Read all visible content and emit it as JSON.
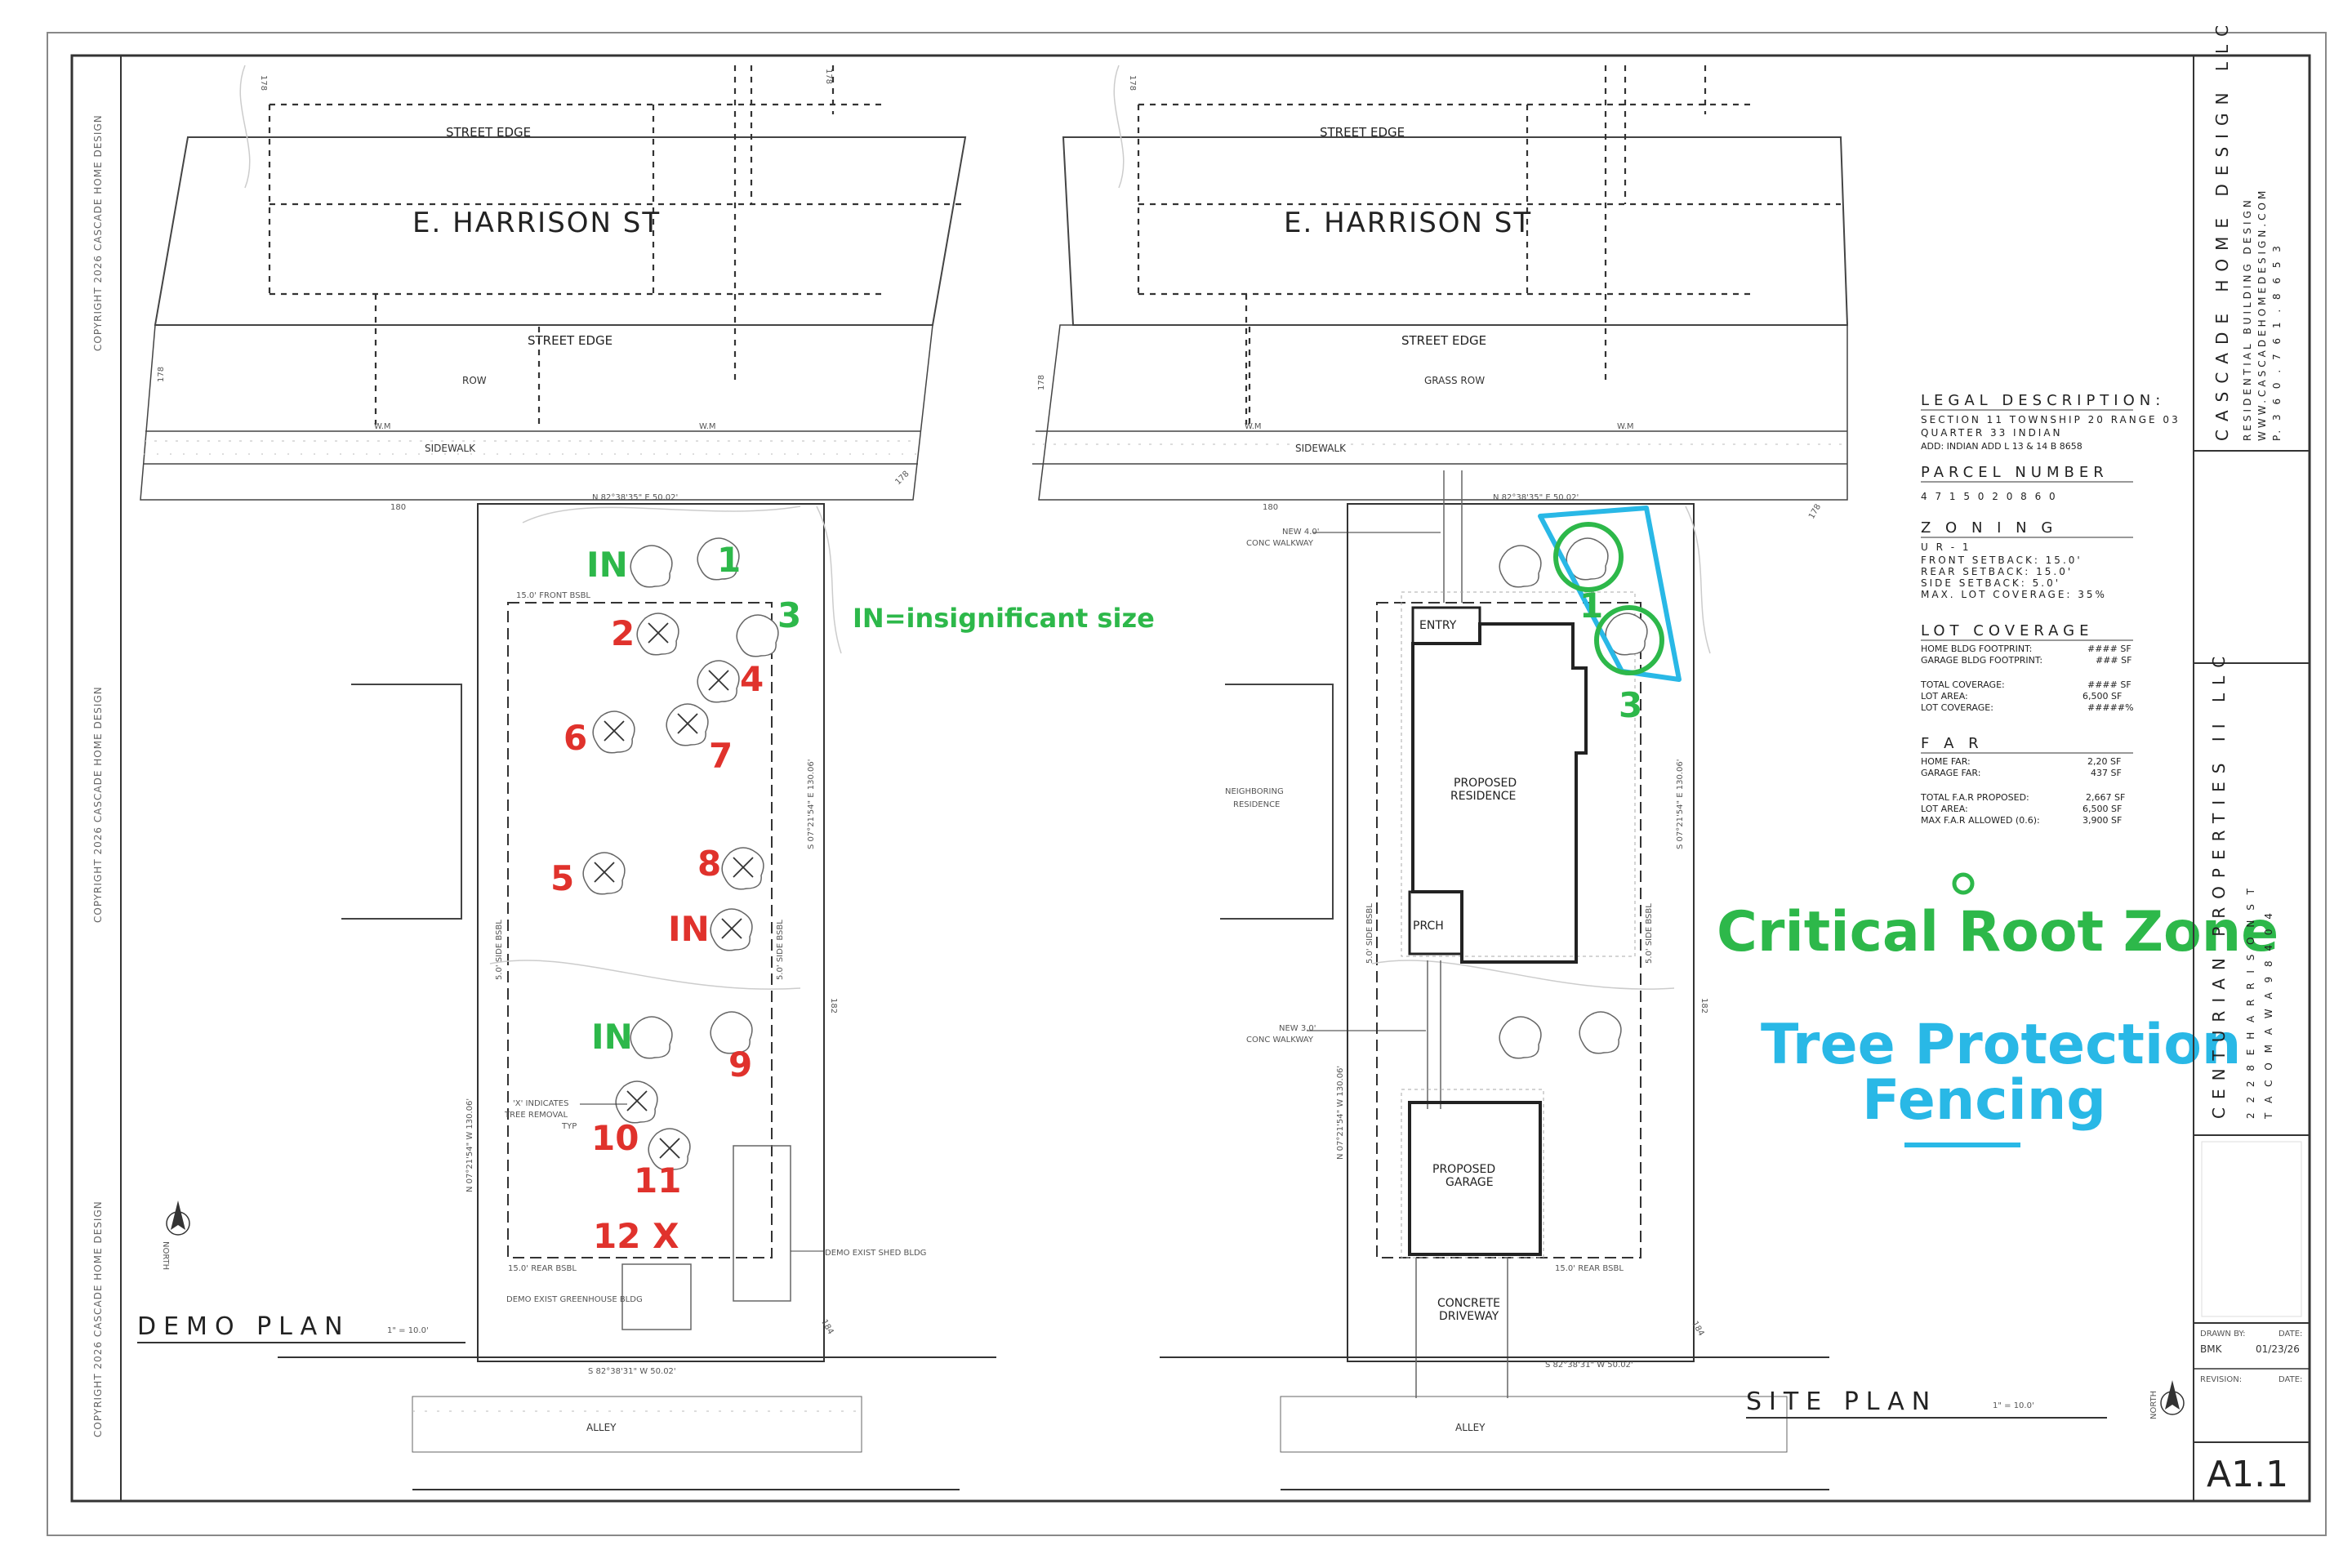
{
  "copyright": "COPYRIGHT 2026 CASCADE HOME DESIGN",
  "demo_plan": {
    "street_name": "E. HARRISON ST",
    "street_edge_top": "STREET EDGE",
    "street_edge_bottom": "STREET EDGE",
    "row_label": "ROW",
    "sidewalk_label": "SIDEWALK",
    "water_meter": "W.M",
    "north_bearing": "N 82°38'35\" E 50.02'",
    "south_bearing": "S 82°38'31\" W 50.02'",
    "east_bearing": "S 07°21'54\" E 130.06'",
    "west_bearing": "N 07°21'54\" W 130.06'",
    "front_bsbl": "15.0' FRONT BSBL",
    "rear_bsbl": "15.0' REAR BSBL",
    "side_bsbl_left": "5.0' SIDE BSBL",
    "side_bsbl_right": "5.0' SIDE BSBL",
    "elev_178": "178",
    "elev_180": "180",
    "elev_182": "182",
    "elev_184": "184",
    "tree_removal_note": "'X' INDICATES TREE REMOVAL TYP",
    "demo_shed": "DEMO EXIST SHED BLDG",
    "demo_greenhouse": "DEMO EXIST GREENHOUSE BLDG",
    "alley_label": "ALLEY",
    "north_label": "NORTH",
    "title": "DEMO PLAN",
    "scale": "1\" = 10.0'",
    "annotations": {
      "in_1": "IN",
      "t1": "1",
      "t2": "2",
      "t3": "3",
      "t4": "4",
      "t5": "5",
      "t6": "6",
      "t7": "7",
      "t8": "8",
      "in_2": "IN",
      "in_3": "IN",
      "t9": "9",
      "t10": "10",
      "t11": "11",
      "t12": "12 X",
      "legend": "IN=insignificant size"
    }
  },
  "site_plan": {
    "street_name": "E. HARRISON ST",
    "street_edge_top": "STREET EDGE",
    "street_edge_bottom": "STREET EDGE",
    "row_label": "GRASS ROW",
    "sidewalk_label": "SIDEWALK",
    "water_meter": "W.M",
    "north_bearing": "N 82°38'35\" E 50.02'",
    "south_bearing": "S 82°38'31\" W 50.02'",
    "east_bearing": "S 07°21'54\" E 130.06'",
    "west_bearing": "N 07°21'54\" W 130.06'",
    "side_bsbl_left": "5.0' SIDE BSBL",
    "side_bsbl_right": "5.0' SIDE BSBL",
    "rear_bsbl": "15.0' REAR BSBL",
    "elev_178": "178",
    "elev_180": "180",
    "elev_182": "182",
    "elev_184": "184",
    "walkway_front": "NEW 4.0' CONC WALKWAY",
    "walkway_rear": "NEW 3.0' CONC WALKWAY",
    "entry": "ENTRY",
    "residence": "PROPOSED RESIDENCE",
    "porch": "PRCH",
    "garage": "PROPOSED GARAGE",
    "neighbor": "NEIGHBORING RESIDENCE",
    "driveway": "CONCRETE DRIVEWAY",
    "alley_label": "ALLEY",
    "north_label": "NORTH",
    "title": "SITE PLAN",
    "scale": "1\" = 10.0'",
    "tree_marker_1": "1",
    "tree_marker_3": "3"
  },
  "legal": {
    "legal_heading": "LEGAL DESCRIPTION:",
    "legal_lines": [
      "SECTION 11 TOWNSHIP 20 RANGE 03",
      "QUARTER 33 INDIAN",
      "ADD: INDIAN ADD L 13 & 14 B 8658"
    ],
    "parcel_heading": "PARCEL NUMBER",
    "parcel_number": "4 7 1 5 0 2 0 8 6 0",
    "zoning_heading": "Z O N I N G",
    "zoning_code": "U R - 1",
    "zoning_lines": [
      "FRONT SETBACK: 15.0'",
      "REAR SETBACK: 15.0'",
      "SIDE SETBACK: 5.0'",
      "MAX. LOT COVERAGE: 35%"
    ],
    "lot_heading": "LOT COVERAGE",
    "lot_lines": [
      [
        "HOME BLDG FOOTPRINT:",
        "#### SF"
      ],
      [
        "GARAGE BLDG FOOTPRINT:",
        "### SF"
      ],
      [
        "TOTAL COVERAGE:",
        "#### SF"
      ],
      [
        "LOT AREA:",
        "6,500 SF"
      ],
      [
        "LOT COVERAGE:",
        "#####%"
      ]
    ],
    "far_heading": "F A R",
    "far_lines": [
      [
        "HOME FAR:",
        "2,20 SF"
      ],
      [
        "GARAGE FAR:",
        "437 SF"
      ],
      [
        "TOTAL F.A.R PROPOSED:",
        "2,667 SF"
      ],
      [
        "LOT AREA:",
        "6,500 SF"
      ],
      [
        "MAX F.A.R ALLOWED (0.6):",
        "3,900 SF"
      ]
    ]
  },
  "legend": {
    "critical_root_zone": "Critical Root Zone",
    "tree_protection_1": "Tree Protection",
    "tree_protection_2": "Fencing"
  },
  "title_block": {
    "company": "CASCADE HOME DESIGN LLC",
    "service": "RESIDENTIAL BUILDING DESIGN",
    "website": "WWW.CASCADEHOMEDESIGN.COM",
    "phone": "P. 3 6 0 . 7 6 1 . 8 6 5 3",
    "client": "CENTURIAN PROPERTIES II LLC",
    "address": "2 2 2 8 E H A R R I S O N S T",
    "city": "T A C O M A W A 9 8 4 0 4",
    "drawn_by_label": "DRAWN BY:",
    "date_label": "DATE:",
    "drawn_by": "BMK",
    "date": "01/23/26",
    "revision_label": "REVISION:",
    "revision_date_label": "DATE:",
    "sheet": "A1.1"
  },
  "colors": {
    "removal_red": "#e0322c",
    "retained_green": "#2db84a",
    "fencing_cyan": "#29b8e6"
  }
}
